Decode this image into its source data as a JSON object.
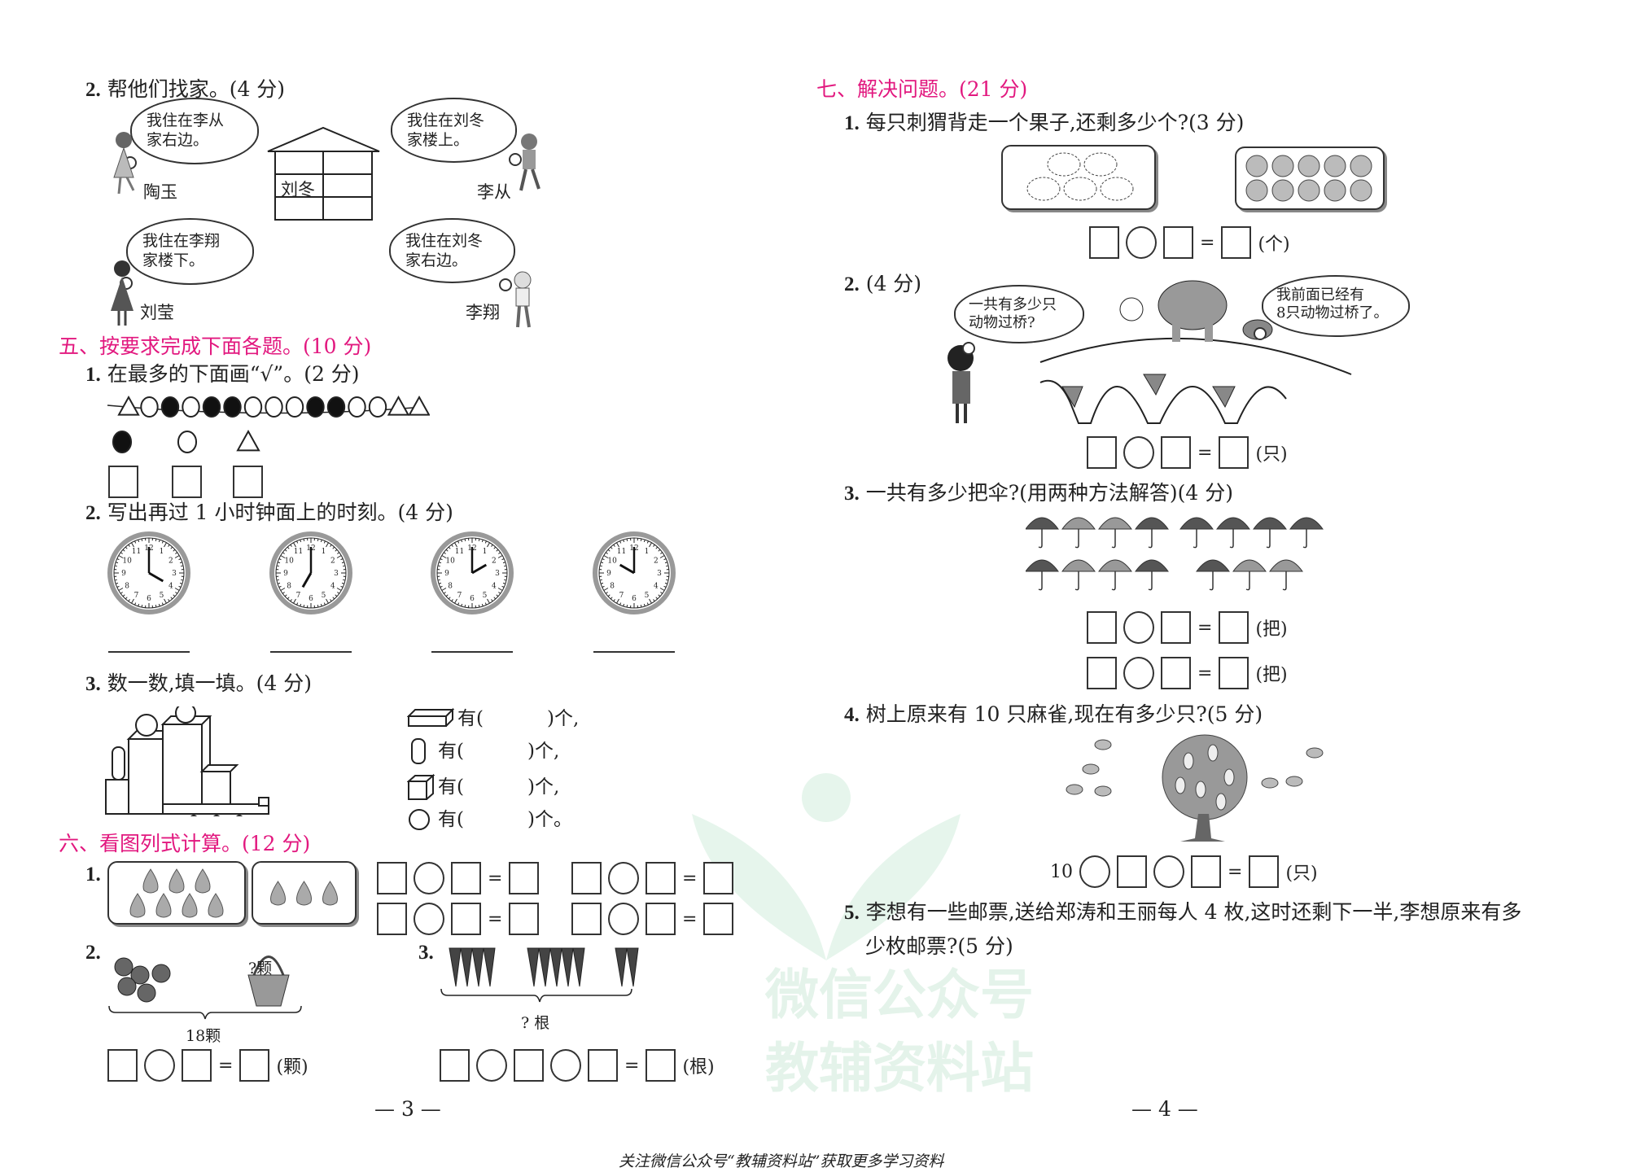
{
  "left_page": {
    "q2": {
      "num": "2.",
      "title": "帮他们找家。(4 分)",
      "bubbles": [
        {
          "lines": [
            "我住在李从",
            "家右边。"
          ],
          "name": "陶玉"
        },
        {
          "lines": [
            "我住在刘冬",
            "家楼上。"
          ],
          "name": "李从"
        },
        {
          "lines": [
            "我住在李翔",
            "家楼下。"
          ],
          "name": "刘莹"
        },
        {
          "lines": [
            "我住在刘冬",
            "家右边。"
          ],
          "name": "李翔"
        }
      ],
      "house_label": "刘冬"
    },
    "section5": {
      "heading": "五、按要求完成下面各题。(10 分)",
      "q1": {
        "num": "1.",
        "text": "在最多的下面画“√”。(2 分)",
        "beads": [
          "triangle",
          "circle",
          "filled-circle",
          "circle",
          "filled-circle",
          "filled-circle",
          "circle",
          "circle",
          "circle",
          "filled-circle",
          "filled-circle",
          "circle",
          "circle",
          "triangle",
          "triangle"
        ],
        "options": [
          "filled-circle",
          "circle",
          "triangle"
        ]
      },
      "q2": {
        "num": "2.",
        "text": "写出再过 1 小时钟面上的时刻。(4 分)",
        "clocks": [
          {
            "hour": 4,
            "minute": 0
          },
          {
            "hour": 7,
            "minute": 0
          },
          {
            "hour": 2,
            "minute": 0
          },
          {
            "hour": 10,
            "minute": 0
          }
        ]
      },
      "q3": {
        "num": "3.",
        "text": "数一数,填一填。(4 分)",
        "items": [
          {
            "shape": "cuboid",
            "prefix": "有(",
            "suffix": ")个,"
          },
          {
            "shape": "cylinder",
            "prefix": "有(",
            "suffix": ")个,"
          },
          {
            "shape": "cube",
            "prefix": "有(",
            "suffix": ")个,"
          },
          {
            "shape": "sphere",
            "prefix": "有(",
            "suffix": ")个。"
          }
        ]
      }
    },
    "section6": {
      "heading": "六、看图列式计算。(12 分)",
      "q1": {
        "num": "1.",
        "groups": [
          7,
          3
        ],
        "equations": [
          {
            "tokens": [
              "box",
              "circle",
              "box",
              "=",
              "box"
            ]
          },
          {
            "tokens": [
              "box",
              "circle",
              "box",
              "=",
              "box"
            ]
          },
          {
            "tokens": [
              "box",
              "circle",
              "box",
              "=",
              "box"
            ]
          },
          {
            "tokens": [
              "box",
              "circle",
              "box",
              "=",
              "box"
            ]
          }
        ]
      },
      "q2": {
        "num": "2.",
        "basket_label": "?颗",
        "total_label": "18颗",
        "equation": {
          "tokens": [
            "box",
            "circle",
            "box",
            "=",
            "box",
            "(颗)"
          ]
        }
      },
      "q3": {
        "num": "3.",
        "total_label": "? 根",
        "groups": [
          4,
          5,
          2
        ],
        "equation": {
          "tokens": [
            "box",
            "circle",
            "box",
            "circle",
            "box",
            "=",
            "box",
            "(根)"
          ]
        }
      }
    },
    "page_number": "— 3 —"
  },
  "right_page": {
    "section7": {
      "heading": "七、解决问题。(21 分)",
      "q1": {
        "num": "1.",
        "text": "每只刺猬背走一个果子,还剩多少个?(3 分)",
        "hedgehogs": 5,
        "apples": 10,
        "equation": {
          "tokens": [
            "box",
            "circle",
            "box",
            "=",
            "box",
            "(个)"
          ]
        }
      },
      "q2": {
        "num": "2.",
        "text": "(4 分)",
        "bubble_left": [
          "一共有多少只",
          "动物过桥?"
        ],
        "bubble_right": [
          "我前面已经有",
          "8只动物过桥了。"
        ],
        "equation": {
          "tokens": [
            "box",
            "circle",
            "box",
            "=",
            "box",
            "(只)"
          ]
        }
      },
      "q3": {
        "num": "3.",
        "text": "一共有多少把伞?(用两种方法解答)(4 分)",
        "equations": [
          {
            "tokens": [
              "box",
              "circle",
              "box",
              "=",
              "box",
              "(把)"
            ]
          },
          {
            "tokens": [
              "box",
              "circle",
              "box",
              "=",
              "box",
              "(把)"
            ]
          }
        ]
      },
      "q4": {
        "num": "4.",
        "text": "树上原来有 10 只麻雀,现在有多少只?(5 分)",
        "equation": {
          "tokens": [
            "10",
            "circle",
            "box",
            "circle",
            "box",
            "=",
            "box",
            "(只)"
          ]
        }
      },
      "q5": {
        "num": "5.",
        "lines": [
          "李想有一些邮票,送给郑涛和王丽每人 4 枚,这时还剩下一半,李想原来有多",
          "少枚邮票?(5 分)"
        ]
      }
    },
    "page_number": "— 4 —"
  },
  "watermark": {
    "line1": "微信公众号",
    "line2": "教辅资料站",
    "color": "#e4f3ea"
  },
  "footer": "关注微信公众号“教辅资料站”获取更多学习资料",
  "colors": {
    "heading": "#e2187f",
    "text": "#222222"
  }
}
